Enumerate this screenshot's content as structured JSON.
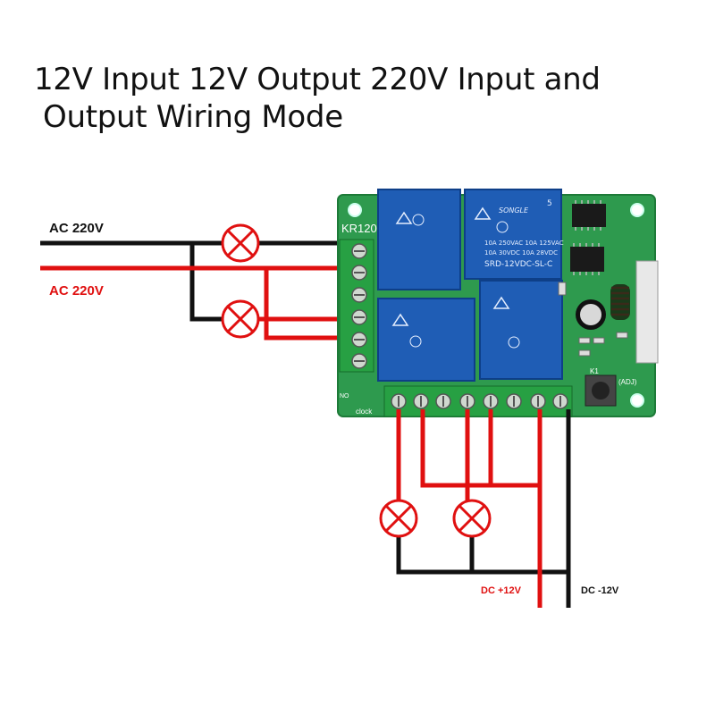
{
  "title": {
    "line1": "12V Input 12V Output 220V Input and",
    "line2": "Output Wiring Mode"
  },
  "labels": {
    "ac_top": "AC 220V",
    "ac_bottom": "AC 220V",
    "dc_plus": "DC +12V",
    "dc_minus": "DC -12V"
  },
  "board": {
    "model_marking": "KR120",
    "relay_brand": "SONGLE",
    "relay_model": "SRD-12VDC-SL-C",
    "relay_rating_1": "10A 250VAC  10A 125VAC",
    "relay_rating_2": "10A 30VDC  10A 28VDC",
    "terminal_text_1": "NO",
    "terminal_text_2": "clock",
    "button_label": "K1",
    "adj_label": "(ADJ)",
    "relay_number": "5"
  },
  "colors": {
    "board": "#2e9a4e",
    "relay": "#1f5db5",
    "terminal": "#2fa24a",
    "live_wire": "#e01010",
    "neutral_wire": "#111111",
    "lamp": "#e01010"
  }
}
